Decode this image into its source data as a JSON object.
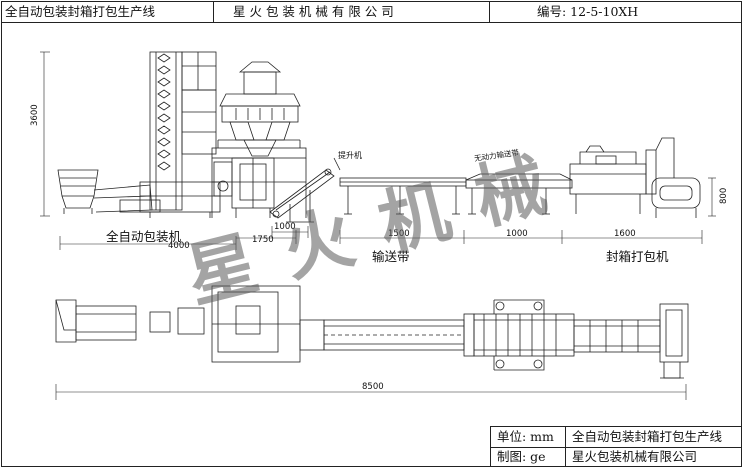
{
  "header": {
    "title": "全自动包装封箱打包生产线",
    "company": "星 火 包 装 机 械 有 限 公 司",
    "drawing_no": "编号: 12-5-10XH"
  },
  "labels": {
    "packing_machine": "全自动包装机",
    "conveyor": "输送带",
    "sealer": "封箱打包机",
    "lift": "提升机",
    "unpowered": "无动力输送带"
  },
  "dimensions": {
    "height": "3600",
    "h800": "800",
    "d4000": "4000",
    "d1750": "1750",
    "d1000a": "1000",
    "d1500": "1500",
    "d1000b": "1000",
    "d1600": "1600",
    "total": "8500"
  },
  "watermark": [
    "星",
    "火",
    "机",
    "械"
  ],
  "title_block": {
    "unit_label": "单位: mm",
    "line_name": "全自动包装封箱打包生产线",
    "drawer_label": "制图: ge",
    "company": "星火包装机械有限公司"
  }
}
